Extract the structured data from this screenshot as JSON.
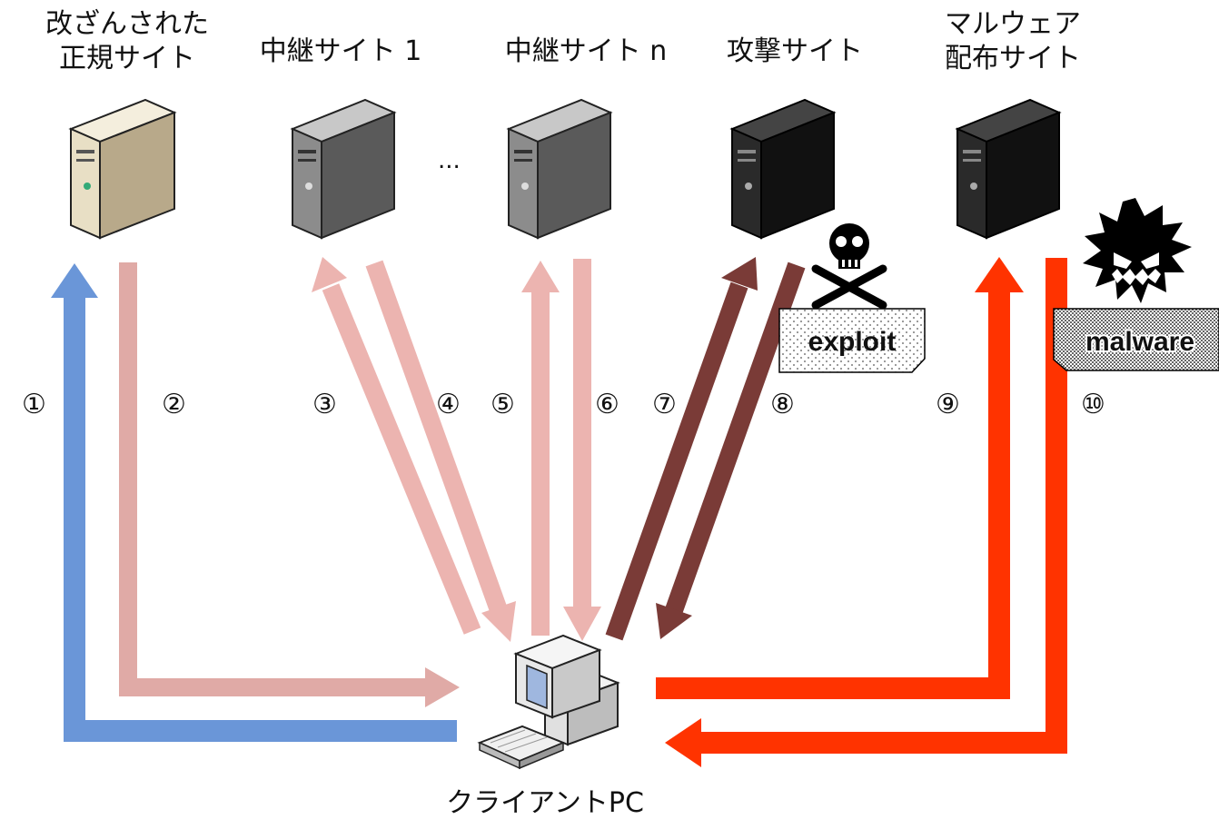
{
  "sites": [
    {
      "id": "compromised",
      "label": "改ざんされた\n正規サイト",
      "color": "#e6dcbf"
    },
    {
      "id": "relay1",
      "label": "中継サイト 1",
      "color": "#8c8c8c"
    },
    {
      "id": "relayn",
      "label": "中継サイト n",
      "color": "#8c8c8c"
    },
    {
      "id": "attack",
      "label": "攻撃サイト",
      "color": "#1e1e1e"
    },
    {
      "id": "malware_dist",
      "label": "マルウェア\n配布サイト",
      "color": "#1e1e1e"
    }
  ],
  "ellipsis": "...",
  "client_label": "クライアントPC",
  "steps": [
    "①",
    "②",
    "③",
    "④",
    "⑤",
    "⑥",
    "⑦",
    "⑧",
    "⑨",
    "⑩"
  ],
  "exploit_tag": "exploit",
  "malware_tag": "malware",
  "colors": {
    "blue": "#6a96d8",
    "pink": "#e5aaa6",
    "pink_light": "#ecb4b0",
    "brown": "#7a3b37",
    "red": "#ff3300"
  }
}
